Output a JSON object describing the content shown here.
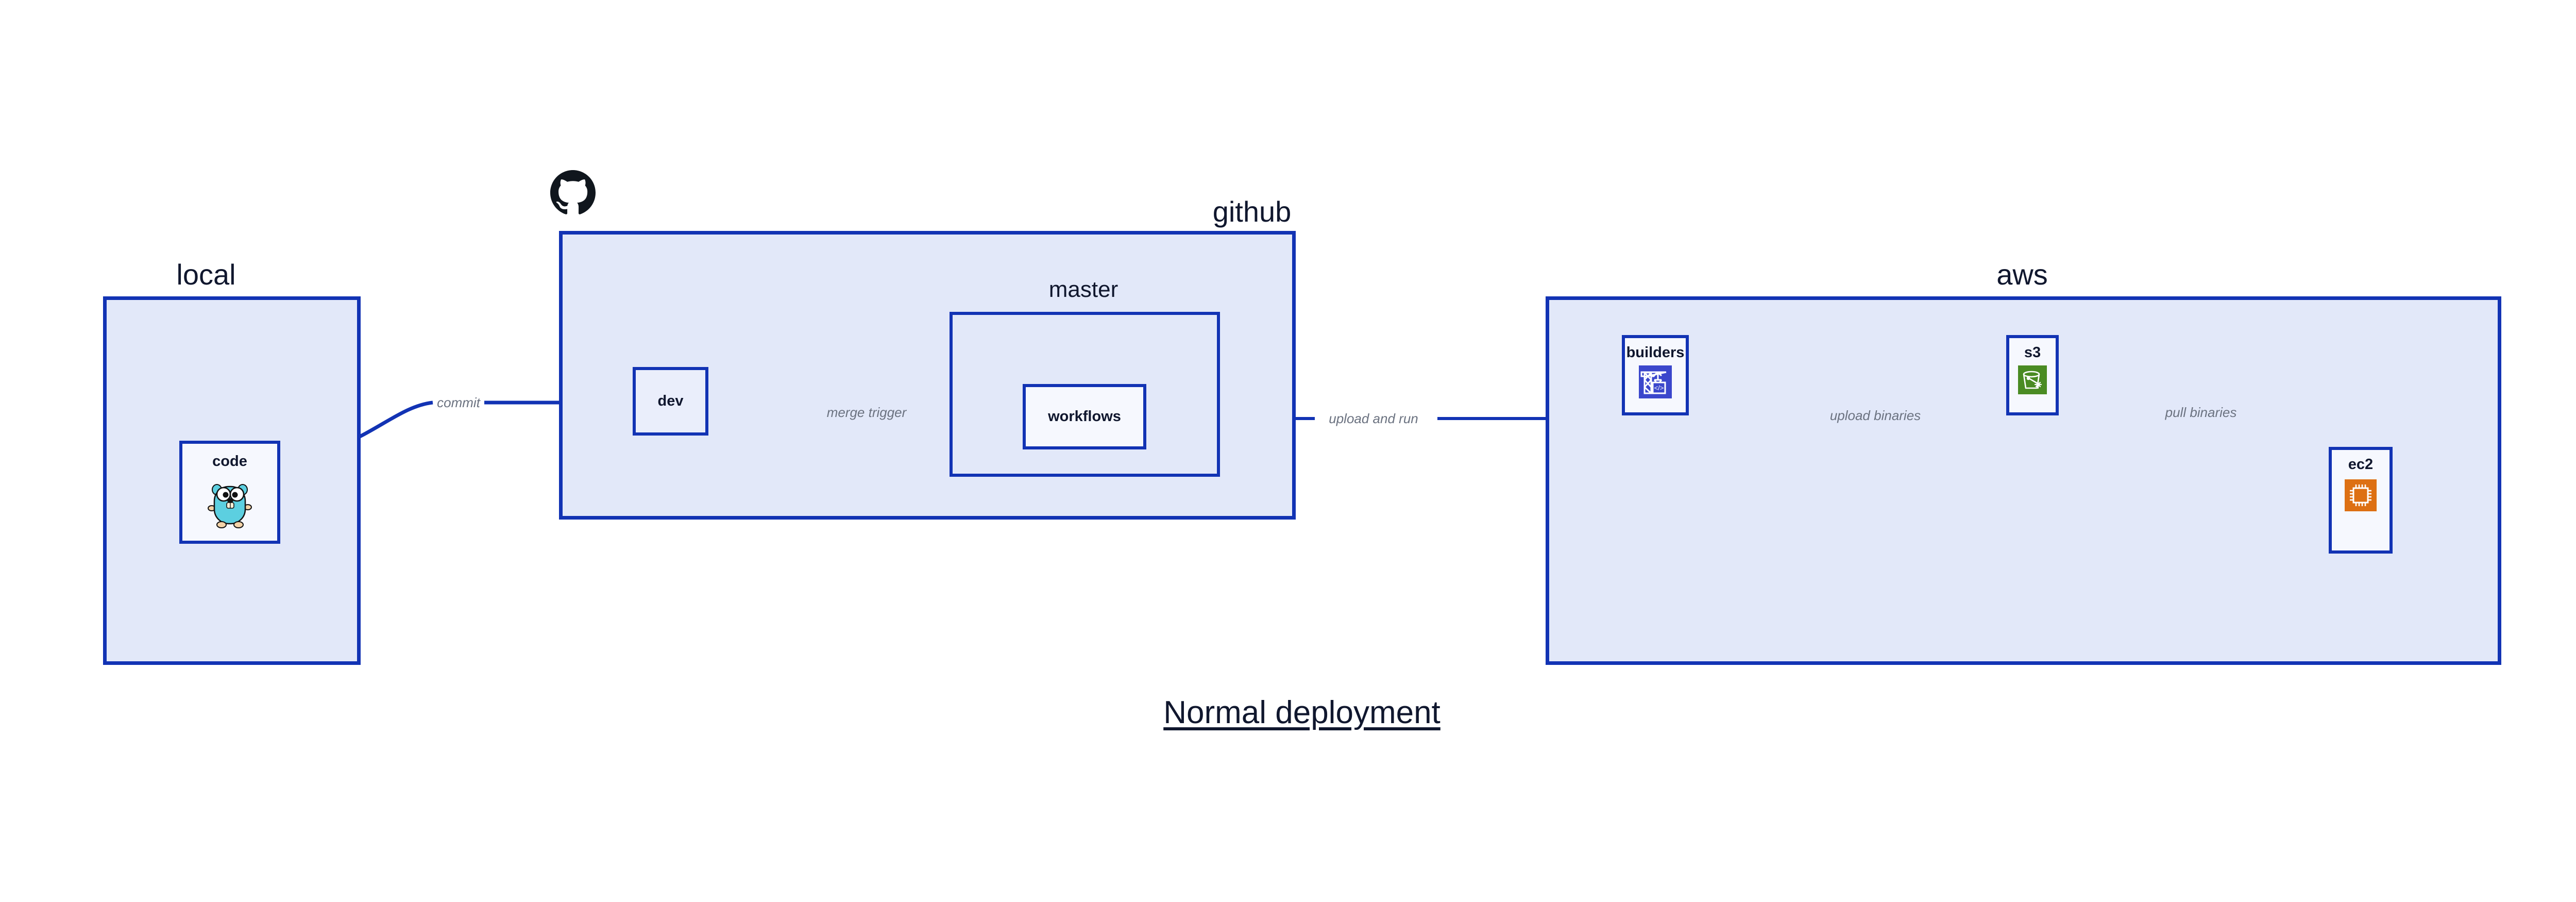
{
  "diagram": {
    "title": "Normal deployment",
    "background_color": "#ffffff",
    "accent_color": "#1233b4",
    "group_fill_color": "#e2e8f9",
    "node_fill_color": "#eaeefb",
    "label_color": "#6b7280",
    "text_color": "#10172e"
  },
  "groups": [
    {
      "id": "local",
      "label": "local",
      "logo": null
    },
    {
      "id": "github",
      "label": "github",
      "logo": "github-octocat-icon"
    },
    {
      "id": "aws",
      "label": "aws",
      "logo": null
    },
    {
      "id": "master",
      "label": "master",
      "logo": null
    }
  ],
  "nodes": [
    {
      "id": "code",
      "label": "code",
      "icon": "go-gopher-icon",
      "icon_color": "#5ccfe0",
      "group": "local"
    },
    {
      "id": "dev",
      "label": "dev",
      "icon": null,
      "icon_color": null,
      "group": "github"
    },
    {
      "id": "workflows",
      "label": "workflows",
      "icon": null,
      "icon_color": null,
      "group": "master"
    },
    {
      "id": "builders",
      "label": "builders",
      "icon": "crane-code-icon",
      "icon_color": "#3b47cc",
      "group": "aws"
    },
    {
      "id": "s3",
      "label": "s3",
      "icon": "s3-bucket-icon",
      "icon_color": "#4a8b23",
      "group": "aws"
    },
    {
      "id": "ec2",
      "label": "ec2",
      "icon": "cpu-chip-icon",
      "icon_color": "#dd7013",
      "group": "aws"
    }
  ],
  "edges": [
    {
      "id": "commit",
      "label": "commit",
      "from": "code",
      "to": "dev"
    },
    {
      "id": "merge-trigger",
      "label": "merge trigger",
      "from": "dev",
      "to": "workflows"
    },
    {
      "id": "upload-and-run",
      "label": "upload and run",
      "from": "workflows",
      "to": "builders"
    },
    {
      "id": "upload-binaries",
      "label": "upload binaries",
      "from": "builders",
      "to": "s3"
    },
    {
      "id": "pull-binaries",
      "label": "pull binaries",
      "from": "s3",
      "to": "ec2"
    }
  ]
}
